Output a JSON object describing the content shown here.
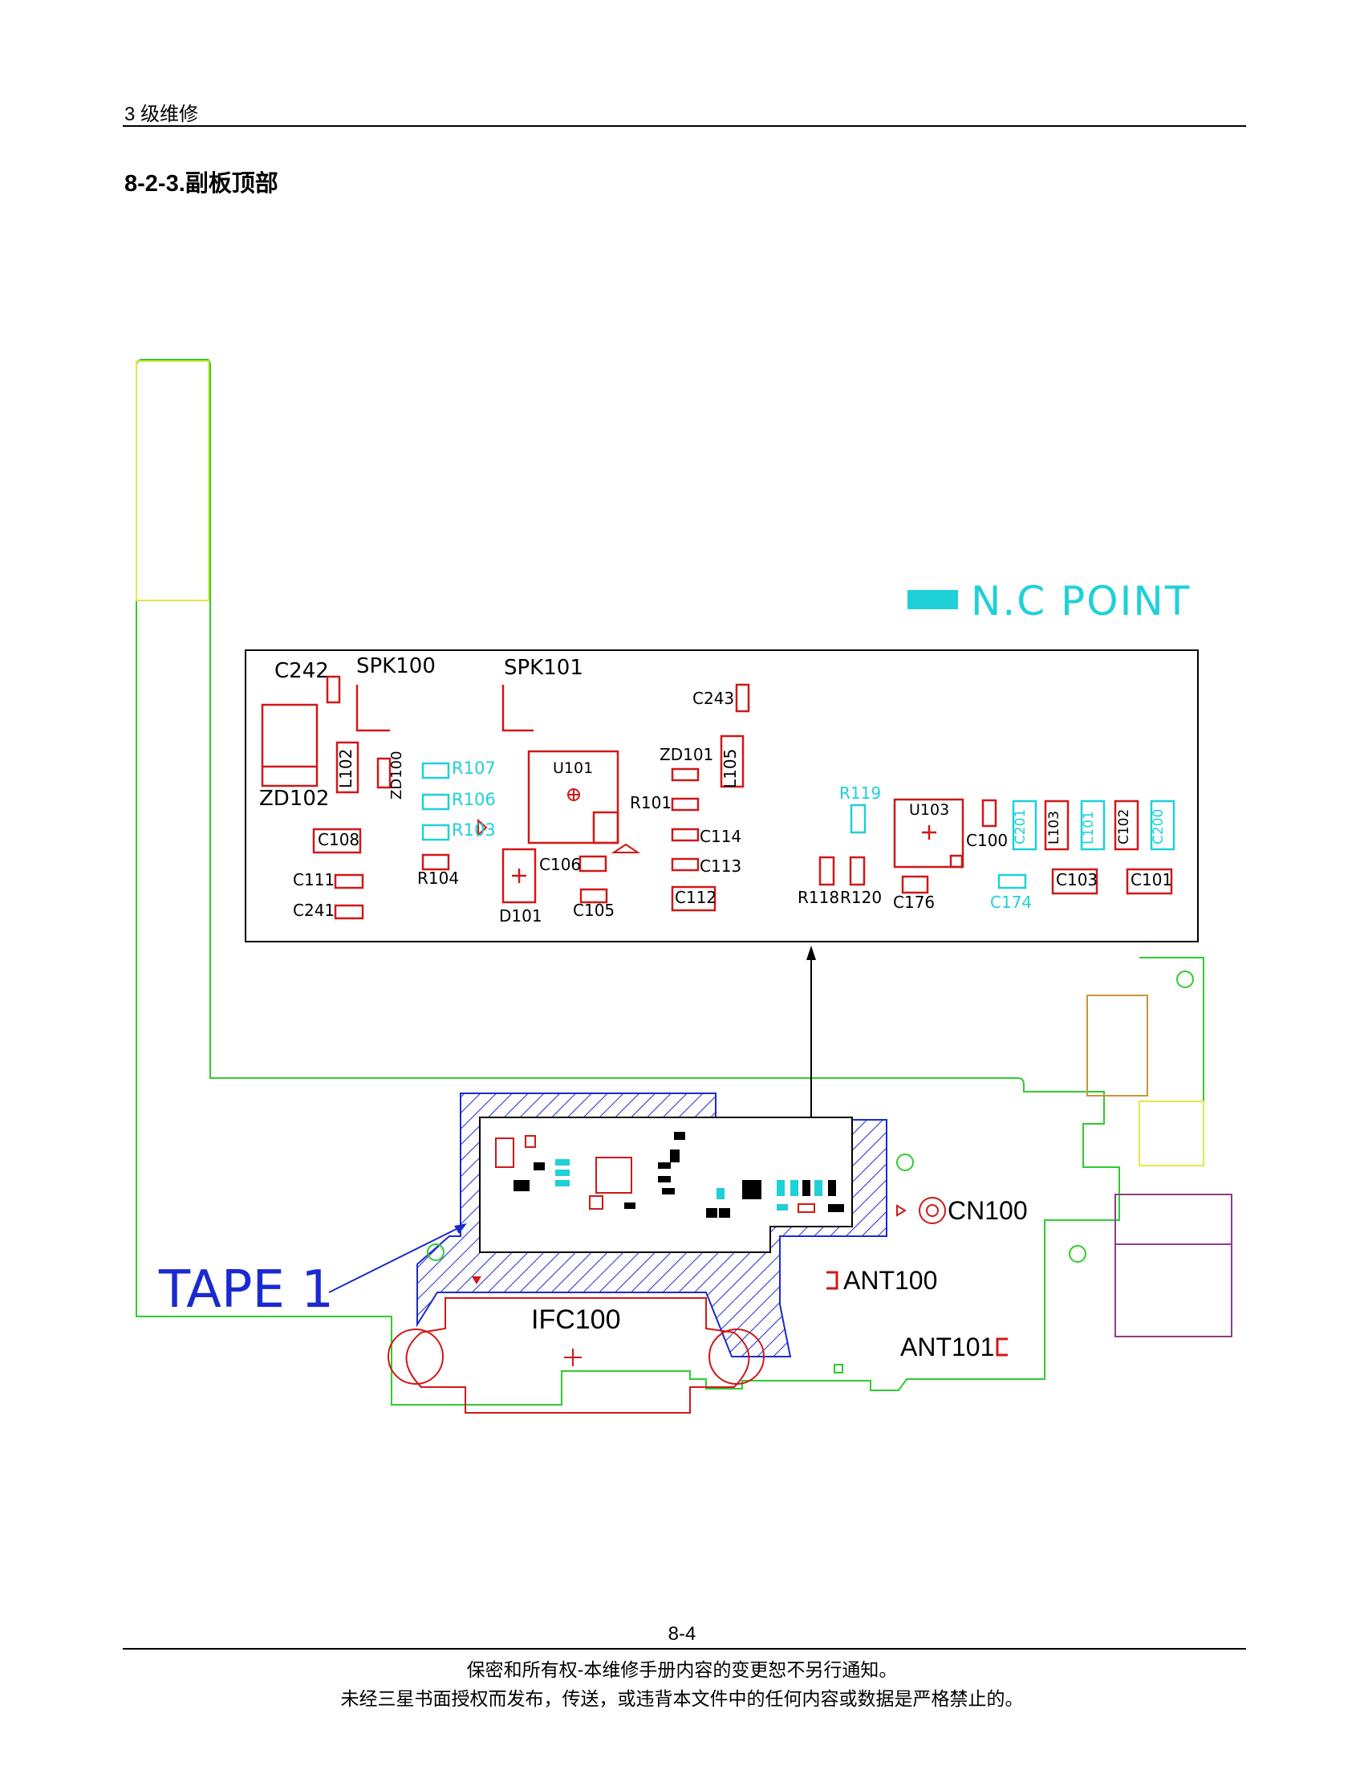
{
  "header": {
    "section": "3 级维修",
    "title": "8-2-3.副板顶部"
  },
  "legend": {
    "label": "N.C POINT",
    "color": "#1fd0d8"
  },
  "colors": {
    "pcb_outline": "#2ecc2e",
    "component": "#d01818",
    "nc_point": "#1fd0d8",
    "callout": "#1a2ad0",
    "silk": "#000000"
  },
  "zoom_components": [
    {
      "id": "C242",
      "label": "C242"
    },
    {
      "id": "SPK100",
      "label": "SPK100"
    },
    {
      "id": "SPK101",
      "label": "SPK101"
    },
    {
      "id": "C243",
      "label": "C243"
    },
    {
      "id": "ZD102",
      "label": "ZD102"
    },
    {
      "id": "L102",
      "label": "L102"
    },
    {
      "id": "ZD100",
      "label": "ZD100"
    },
    {
      "id": "R107",
      "label": "R107"
    },
    {
      "id": "R106",
      "label": "R106"
    },
    {
      "id": "R103",
      "label": "R103"
    },
    {
      "id": "U101",
      "label": "U101"
    },
    {
      "id": "ZD101",
      "label": "ZD101"
    },
    {
      "id": "L105",
      "label": "L105"
    },
    {
      "id": "R101",
      "label": "R101"
    },
    {
      "id": "R119",
      "label": "R119"
    },
    {
      "id": "U103",
      "label": "U103"
    },
    {
      "id": "C100",
      "label": "C100"
    },
    {
      "id": "C201",
      "label": "C201"
    },
    {
      "id": "L103",
      "label": "L103"
    },
    {
      "id": "L101",
      "label": "L101"
    },
    {
      "id": "C102",
      "label": "C102"
    },
    {
      "id": "C200",
      "label": "C200"
    },
    {
      "id": "C108",
      "label": "C108"
    },
    {
      "id": "R104",
      "label": "R104"
    },
    {
      "id": "C106",
      "label": "C106"
    },
    {
      "id": "C114",
      "label": "C114"
    },
    {
      "id": "C113",
      "label": "C113"
    },
    {
      "id": "C111",
      "label": "C111"
    },
    {
      "id": "C241",
      "label": "C241"
    },
    {
      "id": "D101",
      "label": "D101"
    },
    {
      "id": "C105",
      "label": "C105"
    },
    {
      "id": "C112",
      "label": "C112"
    },
    {
      "id": "R118",
      "label": "R118"
    },
    {
      "id": "R120",
      "label": "R120"
    },
    {
      "id": "C176",
      "label": "C176"
    },
    {
      "id": "C174",
      "label": "C174"
    },
    {
      "id": "C103",
      "label": "C103"
    },
    {
      "id": "C101",
      "label": "C101"
    }
  ],
  "board_labels": {
    "cn100": "CN100",
    "ant100": "ANT100",
    "ant101": "ANT101",
    "ifc100": "IFC100",
    "tape": "TAPE 1"
  },
  "footer": {
    "page": "8-4",
    "line1": "保密和所有权-本维修手册内容的变更恕不另行通知。",
    "line2": "未经三星书面授权而发布，传送，或违背本文件中的任何内容或数据是严格禁止的。"
  }
}
